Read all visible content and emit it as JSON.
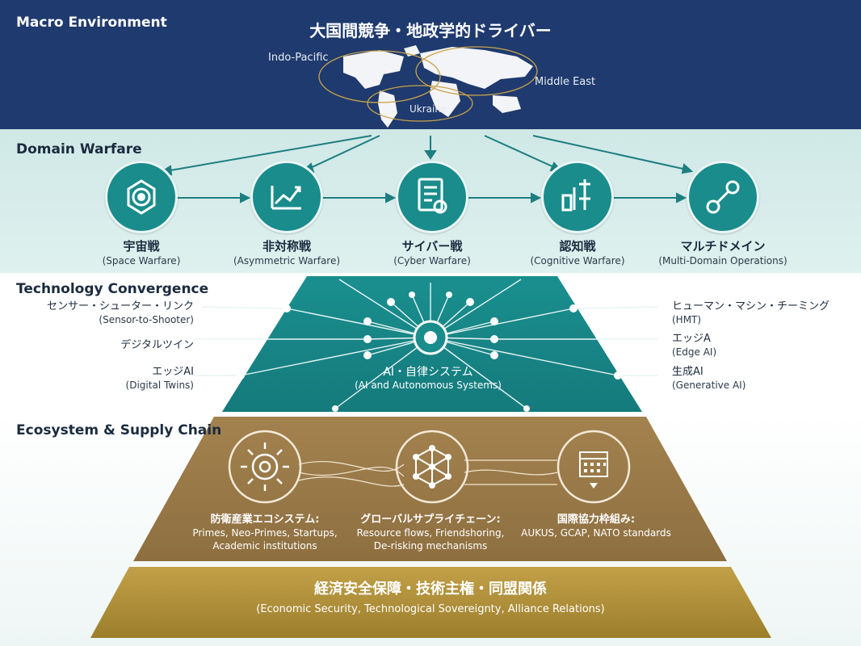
{
  "macro": {
    "title": "Macro Environment",
    "heading": "大国間競争・地政学的ドライバー",
    "regions": [
      "Indo-Pacific",
      "Middle East",
      "Ukraine"
    ]
  },
  "domain": {
    "title": "Domain Warfare",
    "items": [
      {
        "jp": "宇宙戦",
        "en": "(Space Warfare)",
        "icon": "space-warfare-icon"
      },
      {
        "jp": "非対称戦",
        "en": "(Asymmetric Warfare)",
        "icon": "asymmetric-chart-icon"
      },
      {
        "jp": "サイバー戦",
        "en": "(Cyber Warfare)",
        "icon": "cyber-document-icon"
      },
      {
        "jp": "認知戦",
        "en": "(Cognitive Warfare)",
        "icon": "cognitive-icon"
      },
      {
        "jp": "マルチドメイン",
        "en": "(Multi-Domain Operations)",
        "icon": "multi-domain-link-icon"
      }
    ]
  },
  "tech": {
    "title": "Technology Convergence",
    "center": {
      "jp": "AI・自律システム",
      "en": "(AI and Autonomous Systems)"
    },
    "left": [
      {
        "jp": "センサー・シューター・リンク",
        "en": "(Sensor-to-Shooter)"
      },
      {
        "jp": "デジタルツイン",
        "en": ""
      },
      {
        "jp": "エッジAI",
        "en": "(Digital Twins)"
      }
    ],
    "right": [
      {
        "jp": "ヒューマン・マシン・チーミング",
        "en": "(HMT)"
      },
      {
        "jp": "エッジA",
        "en": "(Edge AI)"
      },
      {
        "jp": "生成AI",
        "en": "(Generative AI)"
      }
    ]
  },
  "eco": {
    "title": "Ecosystem & Supply Chain",
    "items": [
      {
        "head": "防衛産業エコシステム:",
        "desc1": "Primes, Neo-Primes, Startups,",
        "desc2": "Academic institutions",
        "icon": "gear-icon"
      },
      {
        "head": "グローバルサプライチェーン:",
        "desc1": "Resource flows, Friendshoring,",
        "desc2": "De-risking mechanisms",
        "icon": "network-icon"
      },
      {
        "head": "国際協力枠組み:",
        "desc1": "AUKUS, GCAP, NATO standards",
        "desc2": "",
        "icon": "calendar-icon"
      }
    ]
  },
  "foundation": {
    "jp": "経済安全保障・技術主権・同盟関係",
    "en": "(Economic Security, Technological Sovereignty, Alliance Relations)"
  },
  "colors": {
    "navy": "#1f3a6e",
    "teal": "#1a8c8c",
    "brown": "#9a7a4a",
    "gold": "#b99a3e",
    "accent_orbit": "#c9a24a"
  }
}
